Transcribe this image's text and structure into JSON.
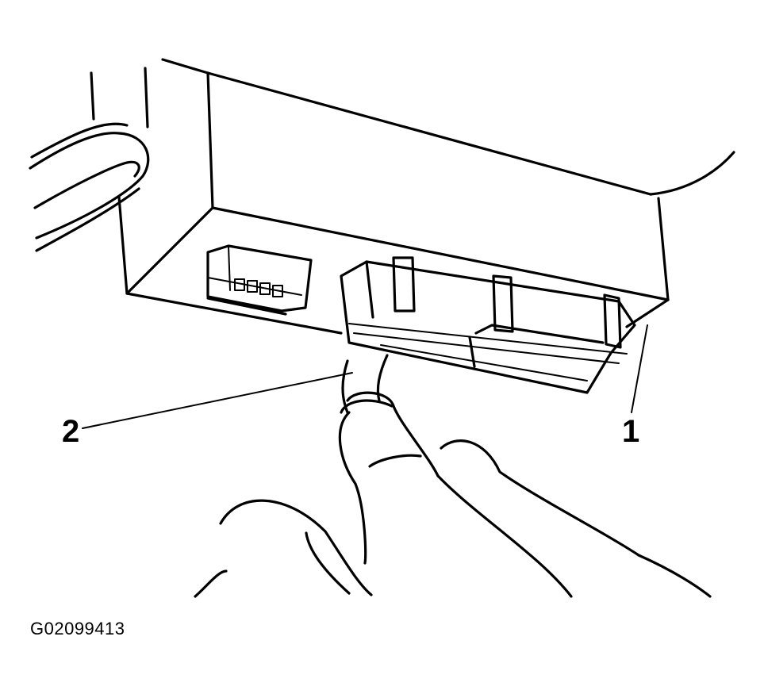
{
  "figure": {
    "figure_id": "G02099413",
    "callouts": [
      {
        "number": "2",
        "target": "connector-release-tab"
      },
      {
        "number": "1",
        "target": "control-module"
      }
    ]
  },
  "colors": {
    "line": "#000000",
    "background": "#ffffff"
  }
}
